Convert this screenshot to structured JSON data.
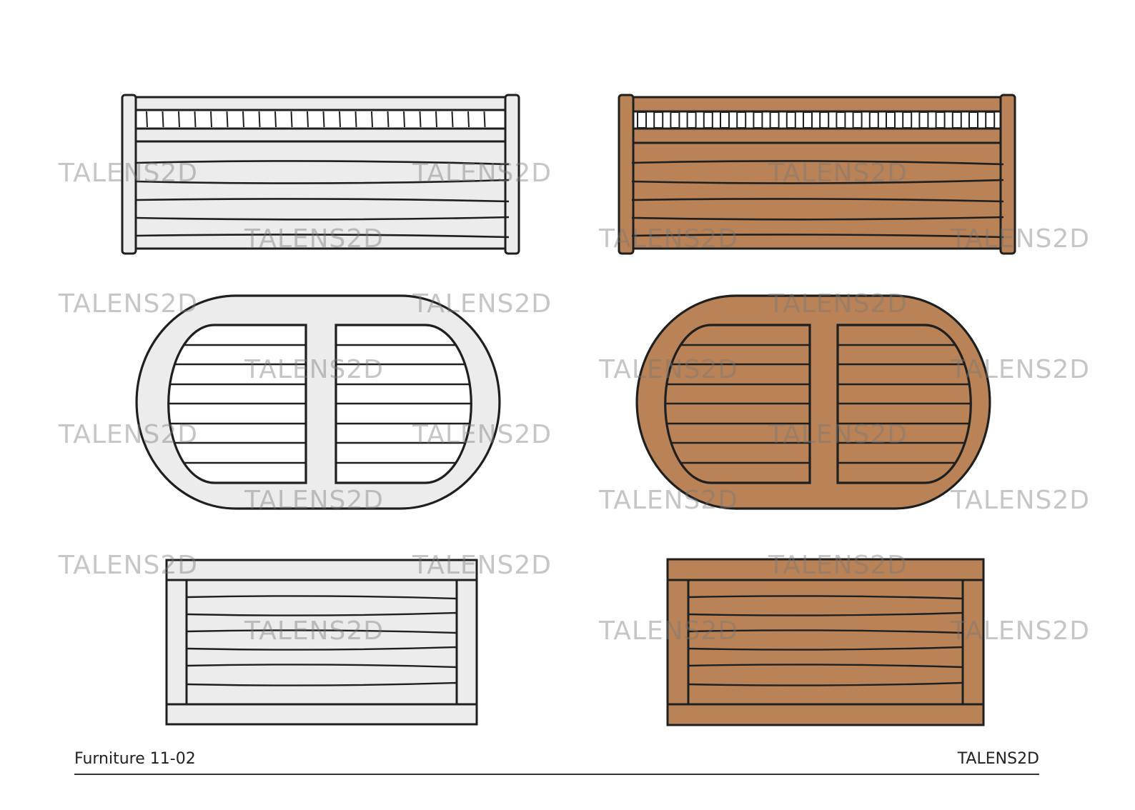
{
  "footer": {
    "left_label": "Furniture 11-02",
    "right_label": "TALENS2D"
  },
  "watermark": {
    "text": "TALENS2D"
  },
  "drawings": [
    {
      "name": "bench-outline",
      "style": "outline"
    },
    {
      "name": "bench-colored",
      "style": "colored"
    },
    {
      "name": "oval-table-outline",
      "style": "outline"
    },
    {
      "name": "oval-table-colored",
      "style": "colored"
    },
    {
      "name": "rect-table-outline",
      "style": "outline"
    },
    {
      "name": "rect-table-colored",
      "style": "colored"
    }
  ],
  "colors": {
    "outline_fill": "#ececec",
    "wood_fill": "#b98357",
    "stroke": "#1f1f1f",
    "watermark": "#8a8a8a"
  }
}
